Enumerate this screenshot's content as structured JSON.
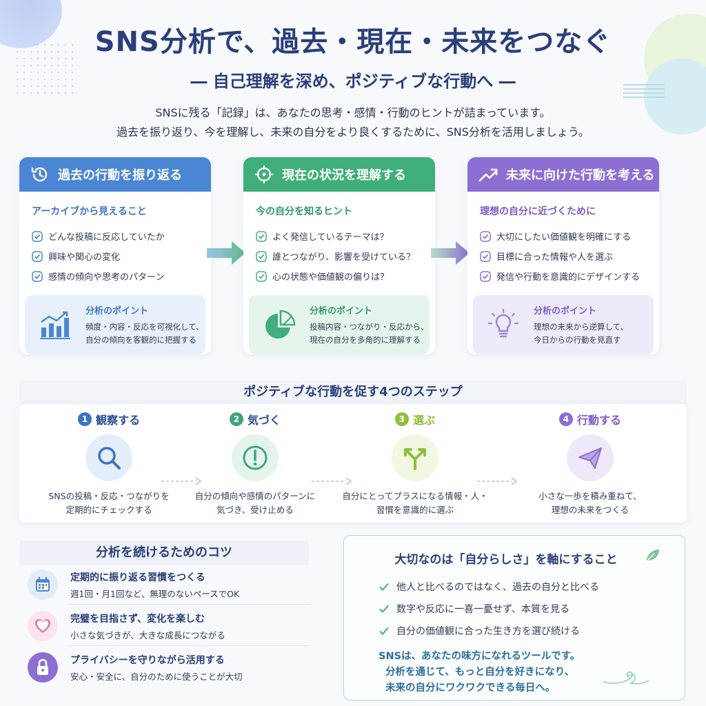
{
  "header": {
    "title": "SNS分析で、過去・現在・未来をつなぐ",
    "subtitle": "― 自己理解を深め、ポジティブな行動へ ―",
    "intro_line1": "SNSに残る「記録」は、あなたの思考・感情・行動のヒントが詰まっています。",
    "intro_line2": "過去を振り返り、今を理解し、未来の自分をより良くするために、SNS分析を活用しましょう。"
  },
  "cards": [
    {
      "title": "過去の行動を振り返る",
      "icon": "clock-history-icon",
      "color": "#4a86d4",
      "subtitle": "アーカイブから見えること",
      "items": [
        "どんな投稿に反応していたか",
        "興味や関心の変化",
        "感情の傾向や思考のパターン"
      ],
      "point_title": "分析のポイント",
      "point_line1": "頻度・内容・反応を可視化して、",
      "point_line2": "自分の傾向を客観的に把握する",
      "point_icon": "bar-chart-icon"
    },
    {
      "title": "現在の状況を理解する",
      "icon": "crosshair-icon",
      "color": "#3fae7a",
      "subtitle": "今の自分を知るヒント",
      "items": [
        "よく発信しているテーマは？",
        "誰とつながり、影響を受けている？",
        "心の状態や価値観の偏りは？"
      ],
      "point_title": "分析のポイント",
      "point_line1": "投稿内容・つながり・反応から、",
      "point_line2": "現在の自分を多角的に理解する",
      "point_icon": "pie-chart-icon"
    },
    {
      "title": "未来に向けた行動を考える",
      "icon": "trend-up-icon",
      "color": "#8c6fd3",
      "subtitle": "理想の自分に近づくために",
      "items": [
        "大切にしたい価値観を明確にする",
        "目標に合った情報や人を選ぶ",
        "発信や行動を意識的にデザインする"
      ],
      "point_title": "分析のポイント",
      "point_line1": "理想の未来から逆算して、",
      "point_line2": "今日からの行動を見直す",
      "point_icon": "lightbulb-icon"
    }
  ],
  "steps": {
    "title": "ポジティブな行動を促す4つのステップ",
    "items": [
      {
        "num": "1",
        "label": "観察する",
        "icon": "magnifier-icon",
        "color": "#3a74c4",
        "line1": "SNSの投稿・反応・つながりを",
        "line2": "定期的にチェックする"
      },
      {
        "num": "2",
        "label": "気づく",
        "icon": "exclamation-icon",
        "color": "#3fa57a",
        "line1": "自分の傾向や感情のパターンに",
        "line2": "気づき、受け止める"
      },
      {
        "num": "3",
        "label": "選ぶ",
        "icon": "fork-arrow-icon",
        "color": "#8fbf3a",
        "line1": "自分にとってプラスになる情報・人・",
        "line2": "習慣を意識的に選ぶ"
      },
      {
        "num": "4",
        "label": "行動する",
        "icon": "paper-plane-icon",
        "color": "#8c6fd3",
        "line1": "小さな一歩を積み重ねて、",
        "line2": "理想の未来をつくる"
      }
    ]
  },
  "tips": {
    "title": "分析を続けるためのコツ",
    "items": [
      {
        "title": "定期的に振り返る習慣をつくる",
        "desc": "週1回・月1回など、無理のないペースでOK",
        "icon": "calendar-icon"
      },
      {
        "title": "完璧を目指さず、変化を楽しむ",
        "desc": "小さな気づきが、大きな成長につながる",
        "icon": "heart-icon"
      },
      {
        "title": "プライバシーを守りながら活用する",
        "desc": "安心・安全に、自分のために使うことが大切",
        "icon": "lock-icon"
      }
    ]
  },
  "values": {
    "title": "大切なのは「自分らしさ」を軸にすること",
    "items": [
      "他人と比べるのではなく、過去の自分と比べる",
      "数字や反応に一喜一憂せず、本質を見る",
      "自分の価値観に合った生き方を選び続ける"
    ],
    "msg_line1": "SNSは、あなたの味方になれるツールです。",
    "msg_line2": "分析を通じて、もっと自分を好きになり、",
    "msg_line3": "未来の自分にワクワクできる毎日へ。"
  }
}
